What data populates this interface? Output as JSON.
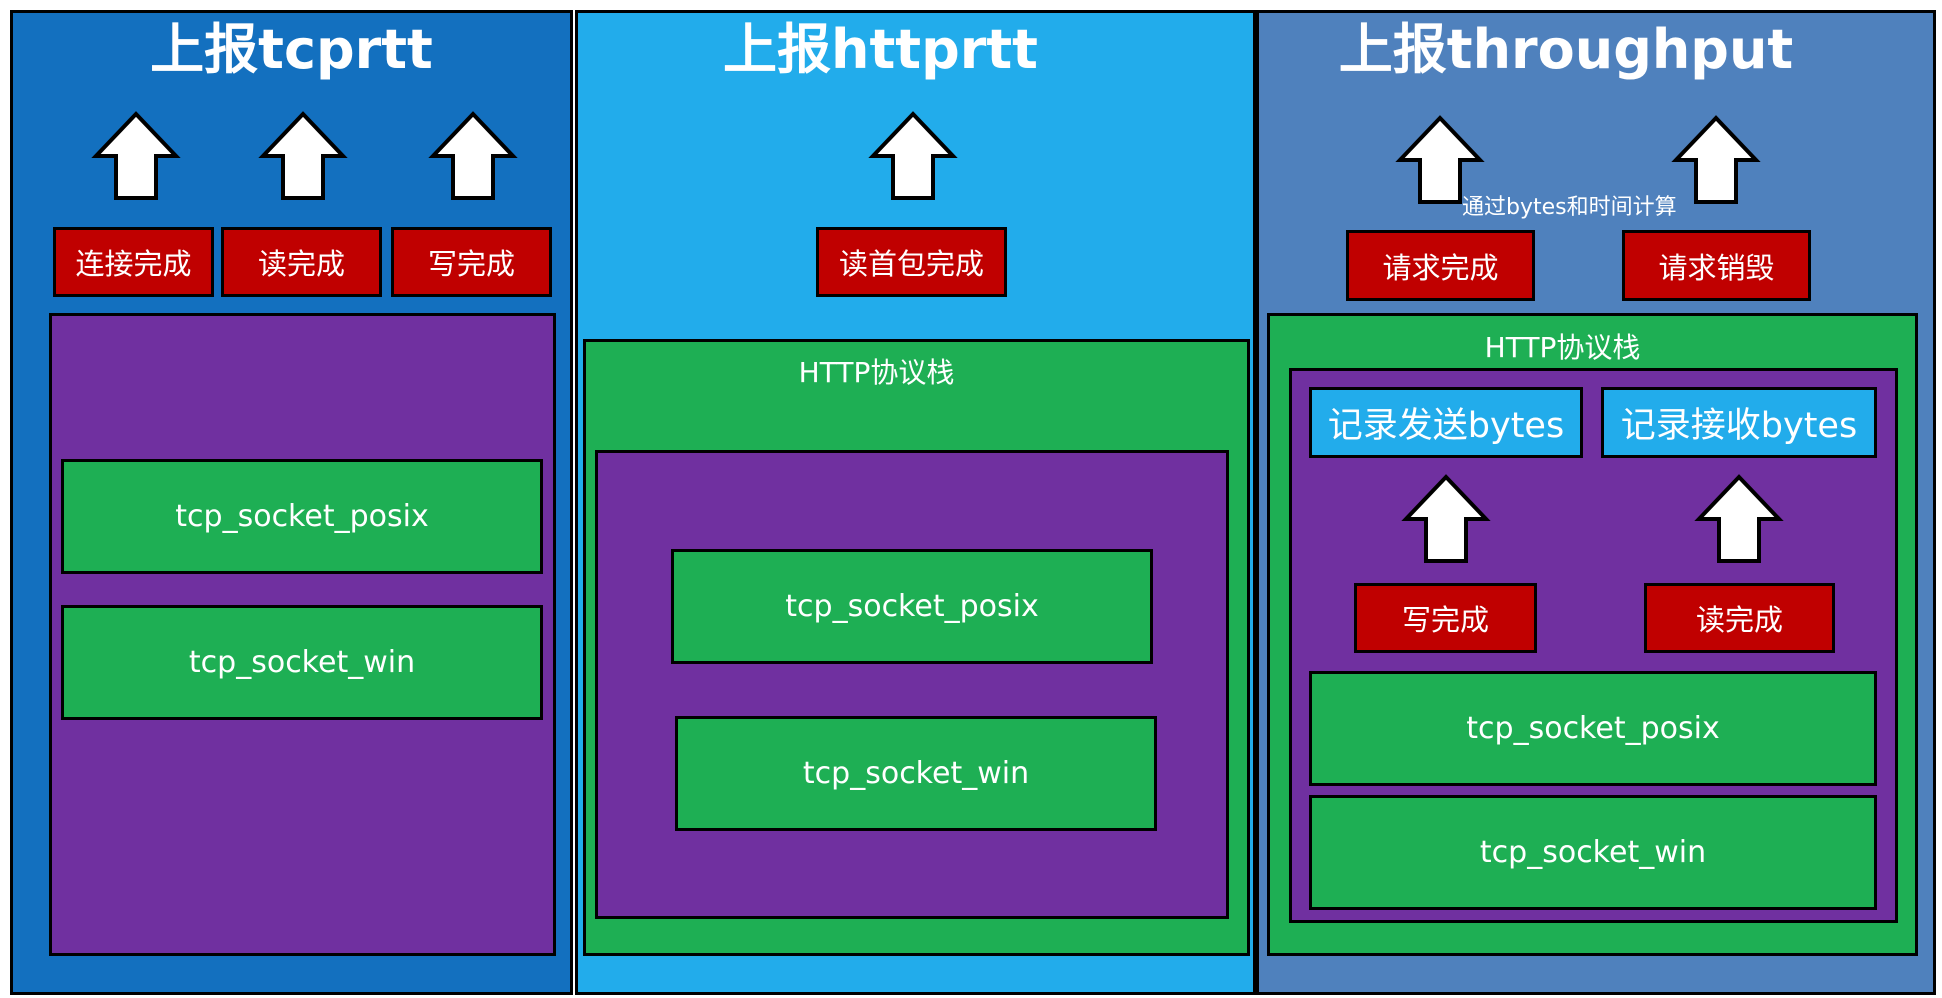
{
  "panels": [
    {
      "title": "上报tcprtt",
      "events": [
        "连接完成",
        "读完成",
        "写完成"
      ],
      "sockets": [
        "tcp_socket_posix",
        "tcp_socket_win"
      ]
    },
    {
      "title": "上报httprtt",
      "events": [
        "读首包完成"
      ],
      "stack_label": "HTTP协议栈",
      "sockets": [
        "tcp_socket_posix",
        "tcp_socket_win"
      ]
    },
    {
      "title": "上报throughput",
      "calc_note": "通过bytes和时间计算",
      "events": [
        "请求完成",
        "请求销毁"
      ],
      "stack_label": "HTTP协议栈",
      "records": [
        "记录发送bytes",
        "记录接收bytes"
      ],
      "inner_events": [
        "写完成",
        "读完成"
      ],
      "sockets": [
        "tcp_socket_posix",
        "tcp_socket_win"
      ]
    }
  ],
  "colors": {
    "panel1_bg": "#1370bf",
    "panel2_bg": "#22aceb",
    "panel3_bg": "#4f81bd",
    "event_box": "#c00000",
    "inner_layer": "#7030a0",
    "socket_box": "#1eaf54",
    "record_box": "#22aceb"
  },
  "icons": [
    "up-arrow-icon"
  ]
}
